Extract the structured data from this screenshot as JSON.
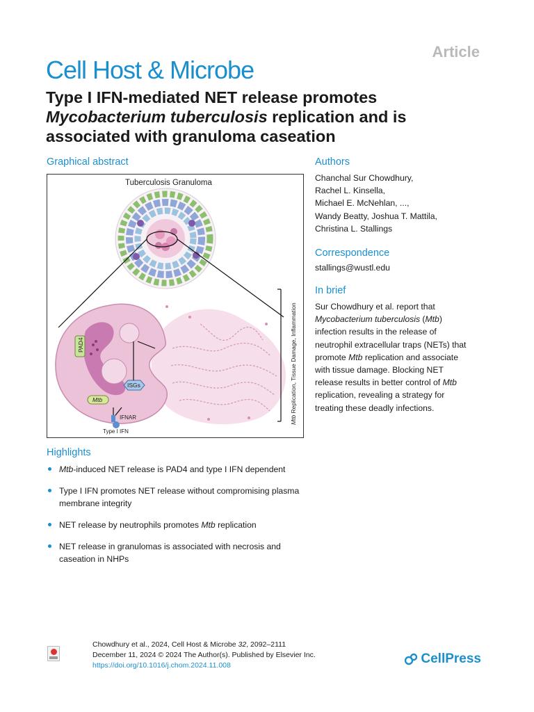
{
  "header": {
    "article_label": "Article",
    "journal": "Cell Host & Microbe",
    "title_line1": "Type I IFN-mediated NET release promotes",
    "title_line2_italic": "Mycobacterium tuberculosis",
    "title_line2_rest": " replication and is",
    "title_line3": "associated with granuloma caseation"
  },
  "graphical_abstract": {
    "heading": "Graphical abstract",
    "figure_title": "Tuberculosis Granuloma",
    "label_pad4": "PAD4",
    "label_isgs": "ISGs",
    "label_mtb": "Mtb",
    "label_ifnar": "IFNAR",
    "label_type1ifn": "Type I IFN",
    "side_label_italic": "Mtb",
    "side_label_rest": " Replication, Tissue Damage, Inflammation"
  },
  "authors": {
    "heading": "Authors",
    "lines": [
      "Chanchal Sur Chowdhury,",
      "Rachel L. Kinsella,",
      "Michael E. McNehlan, ...,",
      "Wandy Beatty, Joshua T. Mattila,",
      "Christina L. Stallings"
    ]
  },
  "correspondence": {
    "heading": "Correspondence",
    "email": "stallings@wustl.edu"
  },
  "in_brief": {
    "heading": "In brief",
    "t1": "Sur Chowdhury et al. report that",
    "t2_italic": "Mycobacterium tuberculosis",
    "t2_mid": " (",
    "t2_italic2": "Mtb",
    "t2_end": ")",
    "t3": "infection results in the release of",
    "t4": "neutrophil extracellular traps (NETs) that",
    "t5_a": "promote ",
    "t5_italic": "Mtb",
    "t5_b": " replication and associate",
    "t6": "with tissue damage. Blocking NET",
    "t7_a": "release results in better control of ",
    "t7_italic": "Mtb",
    "t8": "replication, revealing a strategy for",
    "t9": "treating these deadly infections."
  },
  "highlights": {
    "heading": "Highlights",
    "h1_italic": "Mtb",
    "h1_rest": "-induced NET release is PAD4 and type I IFN dependent",
    "h2": "Type I IFN promotes NET release without compromising plasma membrane integrity",
    "h3_a": "NET release by neutrophils promotes ",
    "h3_italic": "Mtb",
    "h3_b": " replication",
    "h4": "NET release in granulomas is associated with necrosis and caseation in NHPs"
  },
  "footer": {
    "line1_a": "Chowdhury et al., 2024, Cell Host & Microbe ",
    "line1_italic": "32",
    "line1_b": ", 2092–2111",
    "line2": "December 11, 2024 © 2024 The Author(s). Published by Elsevier Inc.",
    "doi": "https://doi.org/10.1016/j.chom.2024.11.008",
    "publisher": "CellPress"
  },
  "colors": {
    "accent": "#1b8fce",
    "article_label": "#b9b9b9",
    "neutrophil": "#e6b3cf",
    "nucleus": "#c97ab0",
    "net_fiber": "#d59bbd"
  }
}
